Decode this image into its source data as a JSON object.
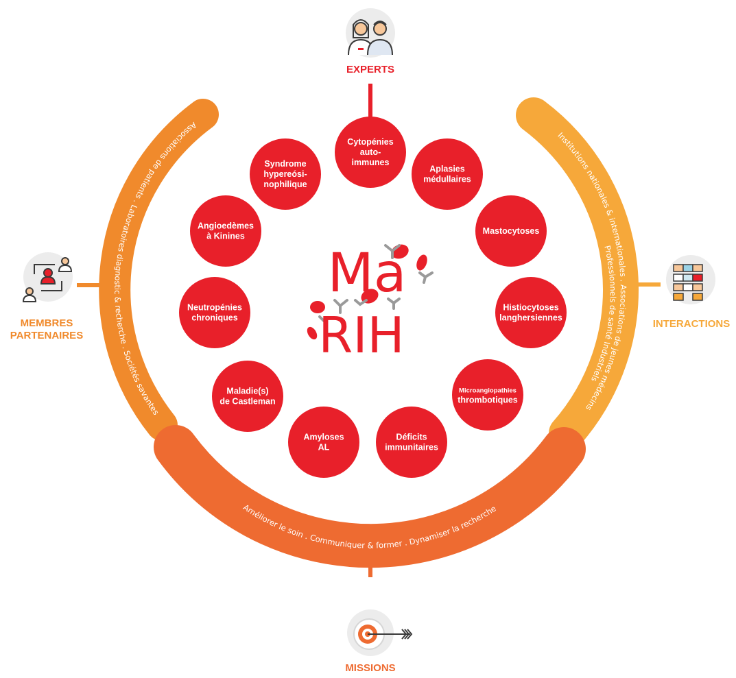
{
  "colors": {
    "red": "#e8202a",
    "orange_left": "#f08a2c",
    "orange_right": "#f6a83a",
    "orange_bottom": "#ee6b31",
    "connector_red": "#e8202a",
    "connector_orange": "#f08a2c",
    "icon_bg": "#ececec"
  },
  "logo": {
    "line1": "Ma",
    "line2": "RIH"
  },
  "nodes": {
    "experts": {
      "label": "EXPERTS",
      "icon": "doctors-icon"
    },
    "membres": {
      "label_line1": "MEMBRES",
      "label_line2": "PARTENAIRES",
      "icon": "network-people-icon"
    },
    "interactions": {
      "label": "INTERACTIONS",
      "icon": "joined-hands-icon"
    },
    "missions": {
      "label": "MISSIONS",
      "icon": "target-arrow-icon"
    }
  },
  "arcs": {
    "left": "Associations de patients . Laboratoires diagnostic & recherche . Sociétés savantes",
    "right_line1": "Institutions nationales & internationales . Associations de jeunes médecins",
    "right_line2": "Professionnels de santé Industriels",
    "bottom": "Améliorer le soin . Communiquer & former . Dynamiser la recherche"
  },
  "diseases": [
    {
      "lines": [
        "Cytopénies",
        "auto-",
        "immunes"
      ]
    },
    {
      "lines": [
        "Aplasies",
        "médullaires"
      ]
    },
    {
      "lines": [
        "Mastocytoses"
      ]
    },
    {
      "lines": [
        "Histiocytoses",
        "langhersiennes"
      ]
    },
    {
      "lines": [
        "Microangiopathies",
        "thrombotiques"
      ]
    },
    {
      "lines": [
        "Déficits",
        "immunitaires"
      ]
    },
    {
      "lines": [
        "Amyloses",
        "AL"
      ]
    },
    {
      "lines": [
        "Maladie(s)",
        "de Castleman"
      ]
    },
    {
      "lines": [
        "Neutropénies",
        "chroniques"
      ]
    },
    {
      "lines": [
        "Angioedèmes",
        "à Kinines"
      ]
    },
    {
      "lines": [
        "Syndrome",
        "hypereósi-",
        "nophilique"
      ]
    }
  ]
}
